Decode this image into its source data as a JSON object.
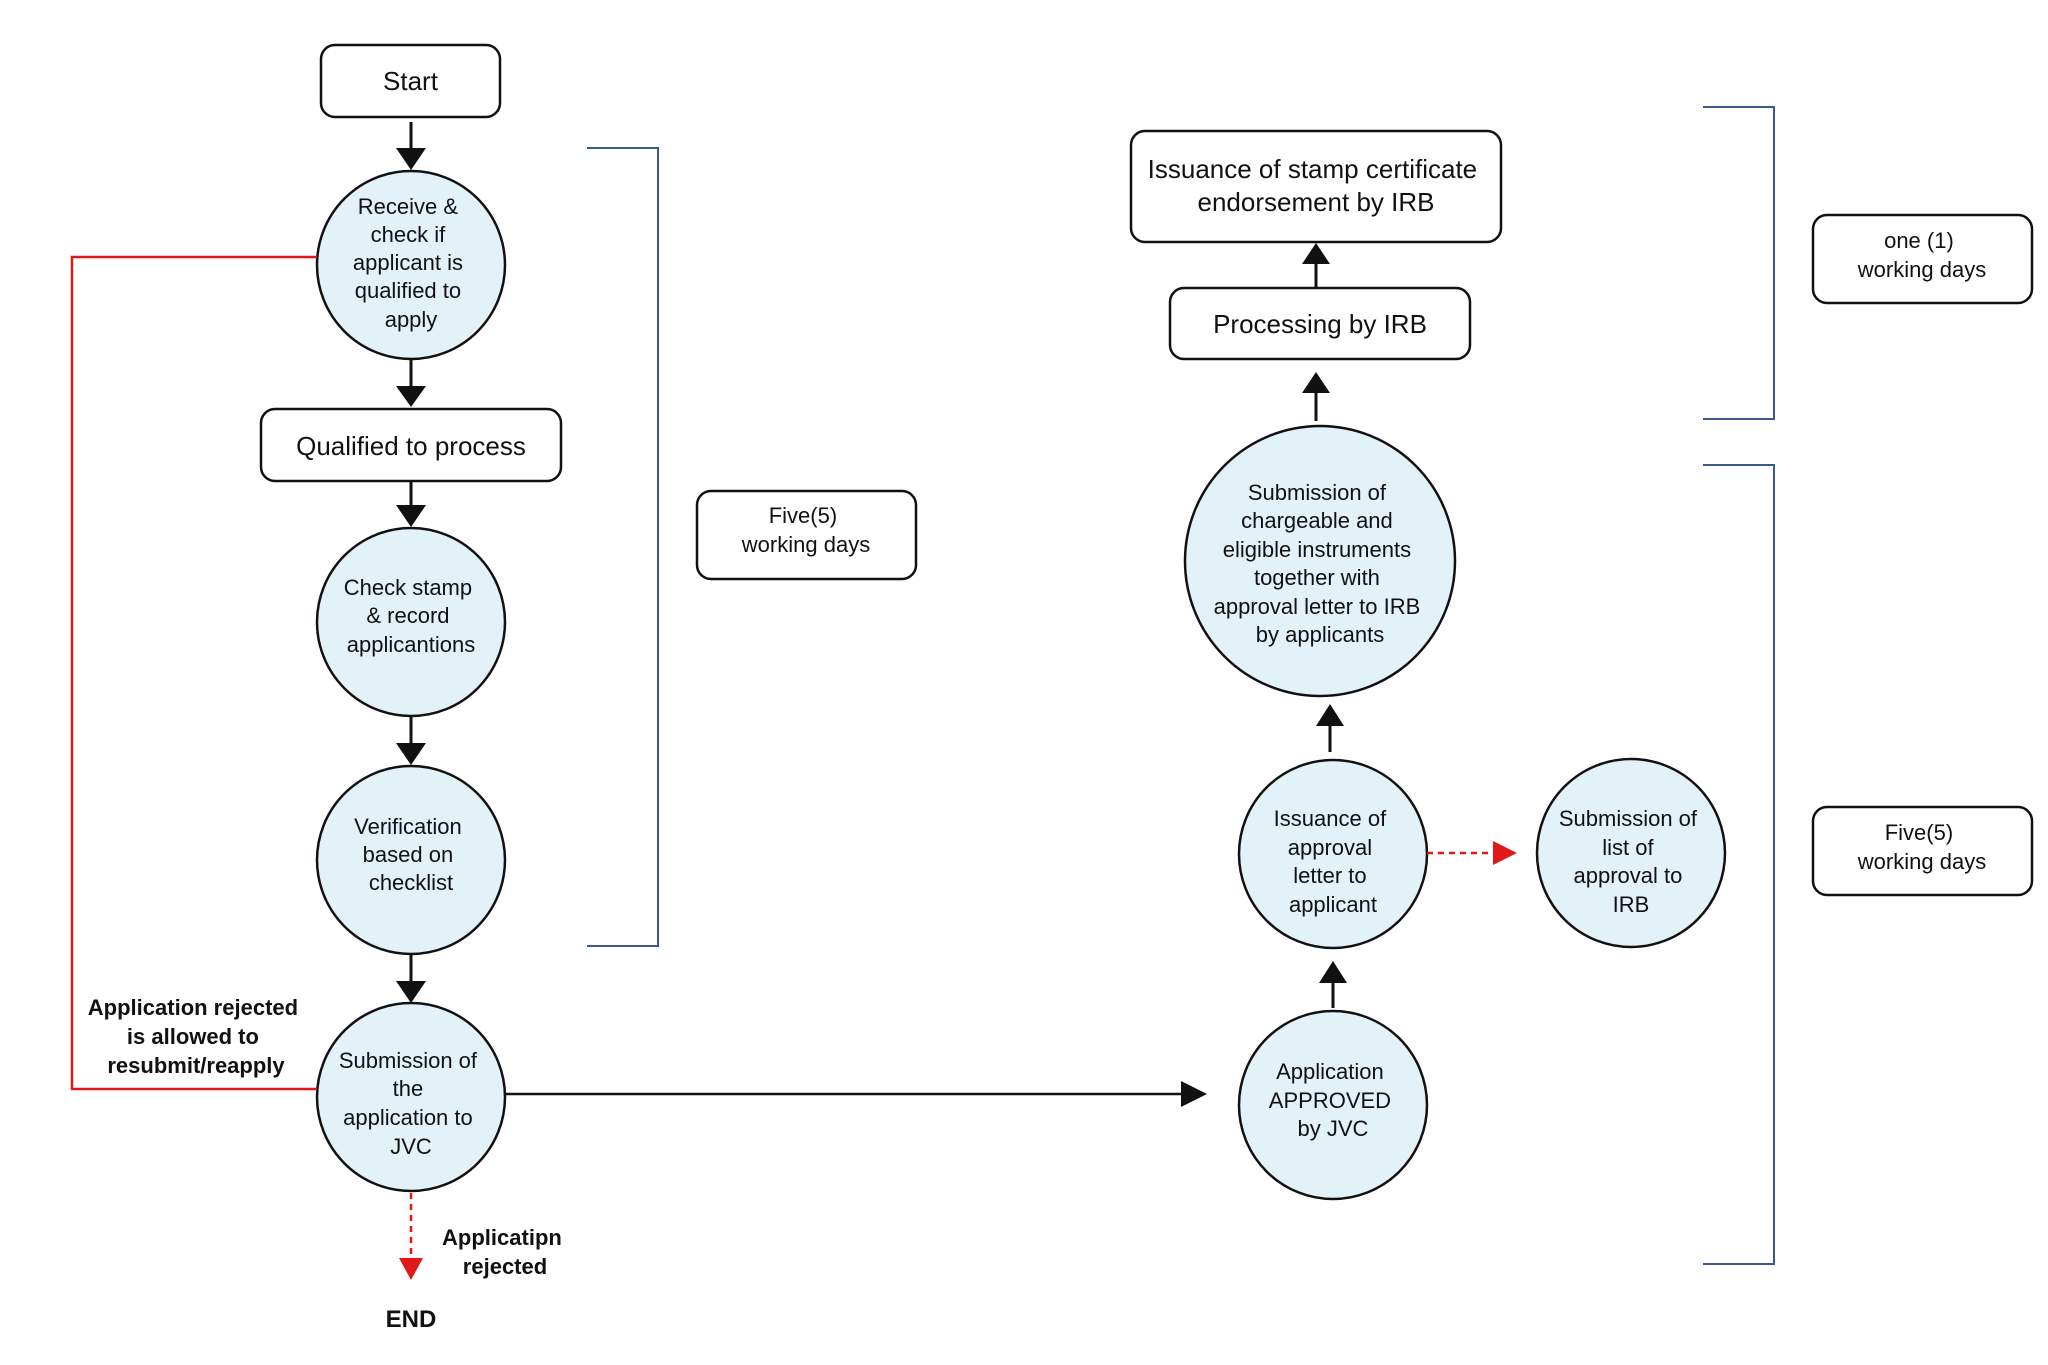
{
  "colors": {
    "node_fill": "#e3f1f8",
    "stroke": "#111111",
    "reject_line": "#e01818",
    "bracket": "#3a5a8c",
    "background": "#ffffff"
  },
  "left_flow": {
    "start": "Start",
    "receive": [
      "Receive &",
      "check if",
      "applicant is",
      "qualified to",
      "apply"
    ],
    "qualified": "Qualified to process",
    "check_stamp": [
      "Check stamp",
      "& record",
      "applicantions"
    ],
    "verification": [
      "Verification",
      "based on",
      "checklist"
    ],
    "submission_jvc": [
      "Submission of",
      "the",
      "application to",
      "JVC"
    ],
    "rejected_note": [
      "Application rejected",
      "is allowed to",
      "resubmit/reapply"
    ],
    "rejected_end_label": [
      "Applicatipn",
      "rejected"
    ],
    "end": "END",
    "duration": [
      "Five(5)",
      "working days"
    ]
  },
  "right_flow": {
    "issuance_cert": [
      "Issuance of stamp certificate",
      "endorsement by IRB"
    ],
    "processing": "Processing by IRB",
    "submission_instruments": [
      "Submission of",
      "chargeable and",
      "eligible instruments",
      "together with",
      "approval letter to IRB",
      "by applicants"
    ],
    "issuance_letter": [
      "Issuance of",
      "approval",
      "letter to",
      "applicant"
    ],
    "submission_list": [
      "Submission of",
      "list of",
      "approval to",
      "IRB"
    ],
    "approved": [
      "Application",
      "APPROVED",
      "by JVC"
    ],
    "duration_top": [
      "one (1)",
      "working days"
    ],
    "duration_bottom": [
      "Five(5)",
      "working days"
    ]
  }
}
